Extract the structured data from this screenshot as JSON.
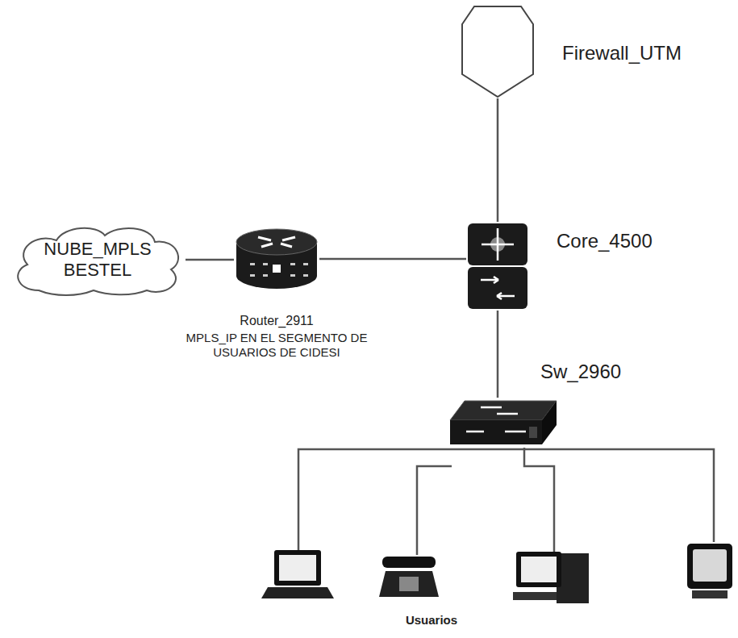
{
  "diagram": {
    "nodes": [
      {
        "text": [
          "Firewall_UTM"
        ]
      },
      {
        "text": [
          "NUBE_MPLS BESTEL"
        ]
      },
      {
        "text": [
          "Router_2911",
          "MPLS_IP EN EL SEGMENTO DE USUARIOS DE CIDESI"
        ]
      },
      {
        "text": [
          "Core_4500"
        ]
      },
      {
        "text": [
          "Sw_2960"
        ]
      }
    ],
    "edges": [
      {
        "from": 1,
        "to": 2,
        "arrow": "none"
      },
      {
        "from": 2,
        "to": 3,
        "arrow": "none"
      },
      {
        "from": 3,
        "to": 0,
        "arrow": "none"
      },
      {
        "from": 3,
        "to": 4,
        "arrow": "none"
      }
    ],
    "labels": [
      "Usuarios"
    ]
  }
}
